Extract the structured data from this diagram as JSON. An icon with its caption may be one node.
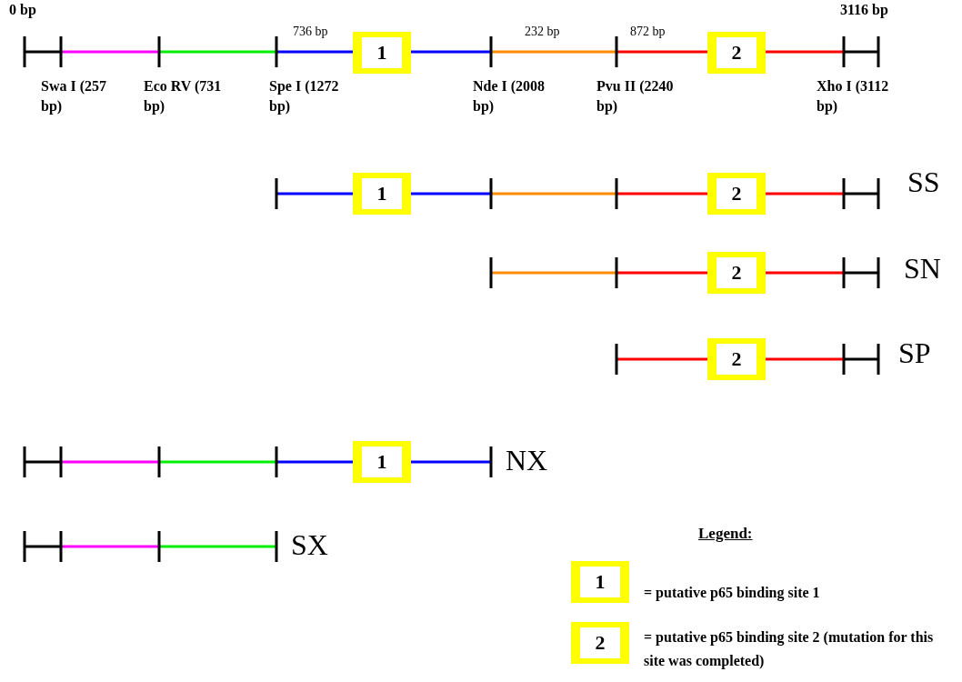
{
  "diagram": {
    "nodes": [
      {
        "text": [
          "1"
        ]
      },
      {
        "text": [
          "2"
        ]
      },
      {
        "text": [
          "1"
        ]
      },
      {
        "text": [
          "2"
        ]
      },
      {
        "text": [
          "2"
        ]
      },
      {
        "text": [
          "2"
        ]
      },
      {
        "text": [
          "1"
        ]
      },
      {
        "text": [
          "1"
        ]
      },
      {
        "text": [
          "2"
        ]
      }
    ],
    "labels": [
      "0 bp",
      "3116 bp",
      "736 bp",
      "232 bp",
      "872 bp",
      "Swa I (257 bp)",
      "Eco RV (731 bp)",
      "Spe I (1272 bp)",
      "Nde I (2008 bp)",
      "Pvu II (2240 bp)",
      "Xho I (3112 bp)",
      "SS",
      "SN",
      "SP",
      "NX",
      "SX",
      "Legend:"
    ],
    "legend": [
      {
        "text": "= putative p65 binding site 1"
      },
      {
        "text": "= putative p65 binding site 2 (mutation for this site was completed)"
      }
    ]
  }
}
